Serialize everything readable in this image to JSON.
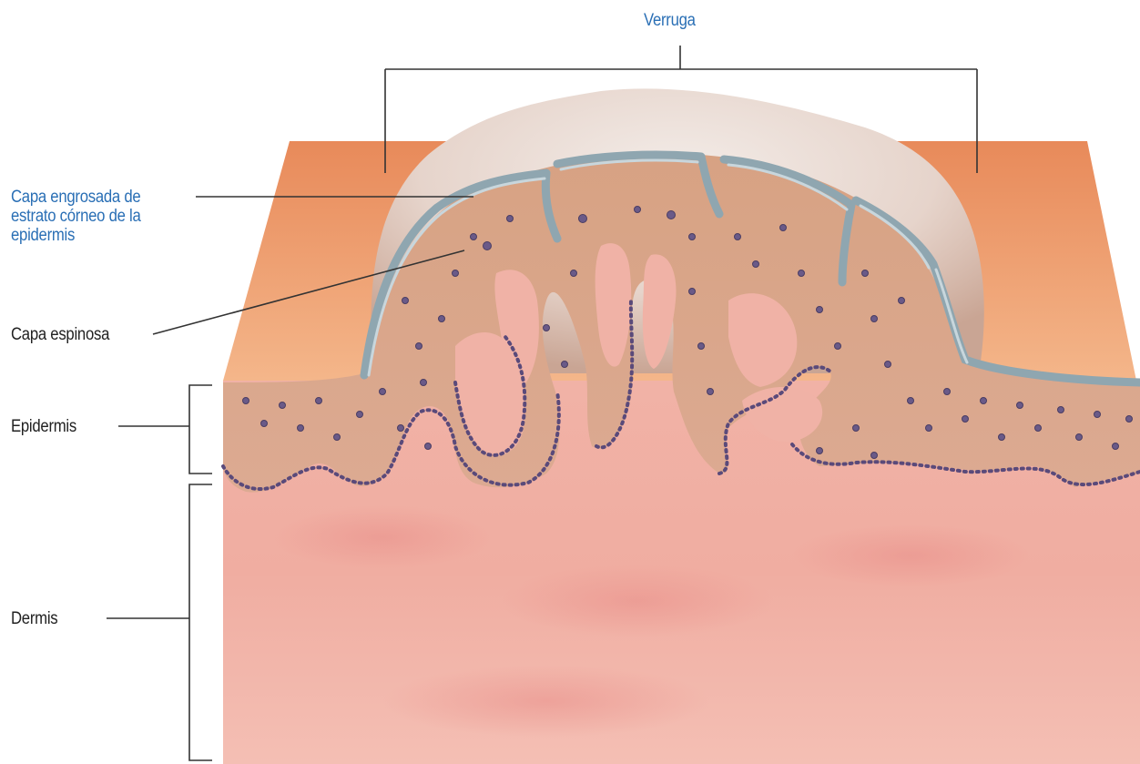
{
  "labels": {
    "verruga": "Verruga",
    "capa_engrosada": [
      "Capa engrosada de",
      "estrato córneo de la",
      "epidermis"
    ],
    "capa_espinosa": "Capa espinosa",
    "epidermis": "Epidermis",
    "dermis": "Dermis"
  },
  "colors": {
    "highlight_label": "#2a6fb5",
    "label_text": "#222222",
    "leader_line": "#333333",
    "skin_surface": "#f0a070",
    "epidermis_tissue": "#d9a386",
    "dermis_tissue": "#f2b3a8",
    "stratum_corneum": "#9fb3bc",
    "keratin_cap": "#e8ddd6",
    "cell_nucleus": "#5a4a7a"
  }
}
